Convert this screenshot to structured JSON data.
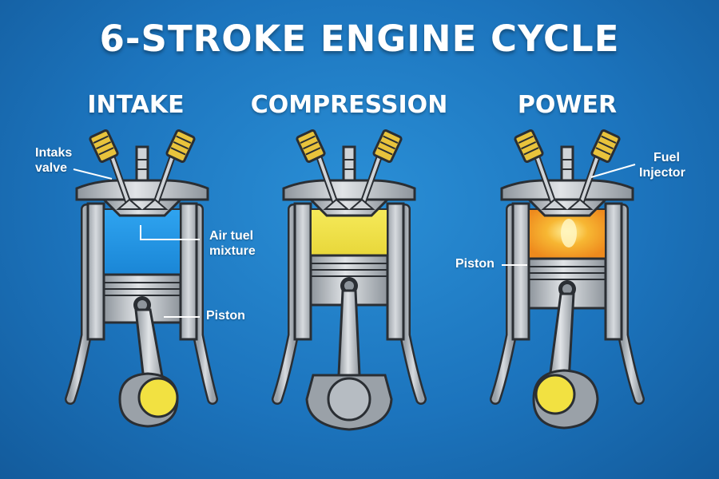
{
  "title": "6-STROKE ENGINE CYCLE",
  "stages": [
    {
      "label": "INTAKE",
      "chamber_color": "#2a9be8"
    },
    {
      "label": "COMPRESSION",
      "chamber_color": "#f0e24a"
    },
    {
      "label": "POWER",
      "chamber_color": "#f5a623"
    }
  ],
  "annotations": {
    "intake_valve": [
      "Intaks",
      "valve"
    ],
    "air_fuel_mixture": [
      "Air tuel",
      "mixture"
    ],
    "piston_intake": "Piston",
    "piston_power": "Piston",
    "fuel_injector": [
      "Fuel",
      "Injector"
    ]
  },
  "colors": {
    "background": "#1c74bd",
    "metal": "#c4c8cc",
    "outline": "#2a2e33",
    "spring": "#e8c33c",
    "crank_pin": "#f2e141"
  }
}
